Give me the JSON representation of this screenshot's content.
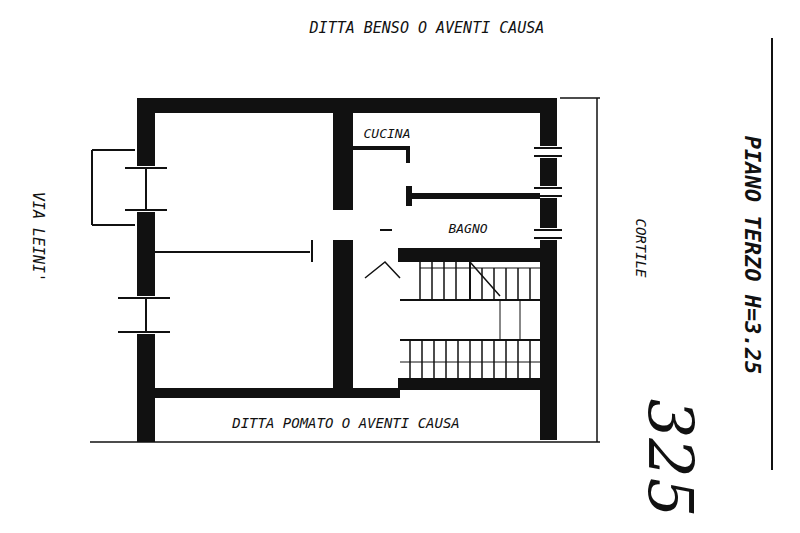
{
  "diagram": {
    "labels": [
      "DITTA BENSO O AVENTI CAUSA",
      "VIA LEINI'",
      "CUCINA",
      "BAGNO",
      "CORTILE",
      "PIANO TERZO H=3.25",
      "DITTA POMATO O AVENTI CAUSA",
      "325"
    ]
  }
}
